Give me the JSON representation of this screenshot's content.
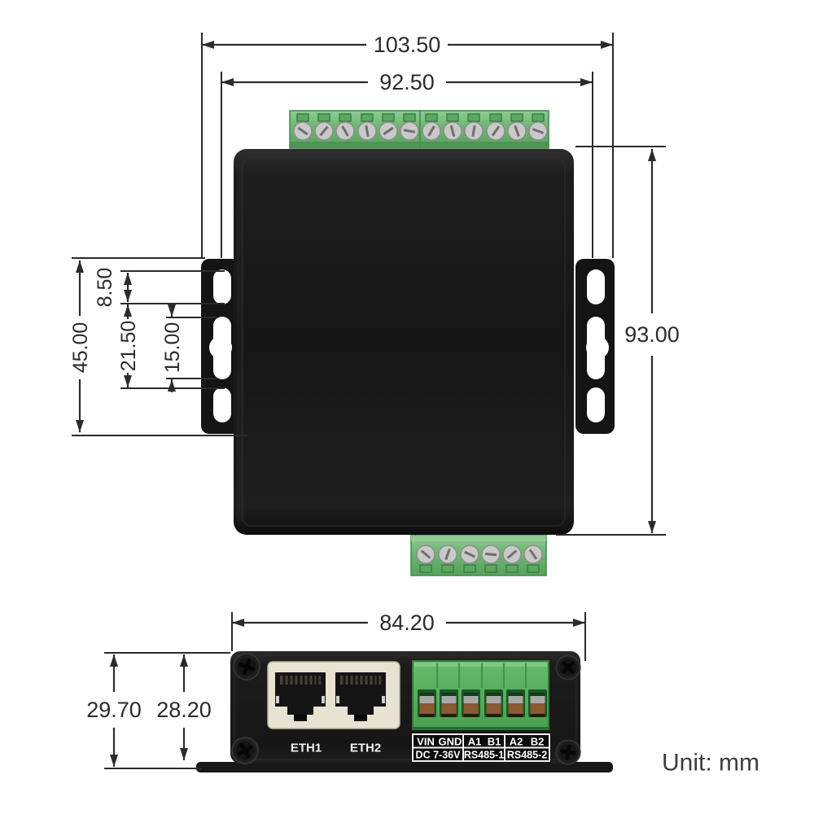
{
  "note": {
    "unit": "Unit: mm"
  },
  "colors": {
    "dimension_line": "#2b2b2b",
    "device_body": "#1b1b1b",
    "terminal_green": "#6db572",
    "rj45_bezel": "#e8e2d2",
    "label_text": "#ffffff"
  },
  "top_view": {
    "dim_overall_width": "103.50",
    "dim_mount_hole_span": "92.50",
    "dim_body_height": "93.00",
    "dim_ear_height": "45.00",
    "dim_slot_top_length": "8.50",
    "dim_slot_gap": "21.50",
    "dim_slot_middle_length": "15.00"
  },
  "front_view": {
    "dim_width": "84.20",
    "dim_overall_height": "29.70",
    "dim_panel_height": "28.20",
    "eth1": "ETH1",
    "eth2": "ETH2",
    "terminals": {
      "vin": "VIN",
      "gnd": "GND",
      "a1": "A1",
      "b1": "B1",
      "a2": "A2",
      "b2": "B2",
      "power": "DC 7-36V",
      "rs1": "RS485-1",
      "rs2": "RS485-2"
    }
  }
}
